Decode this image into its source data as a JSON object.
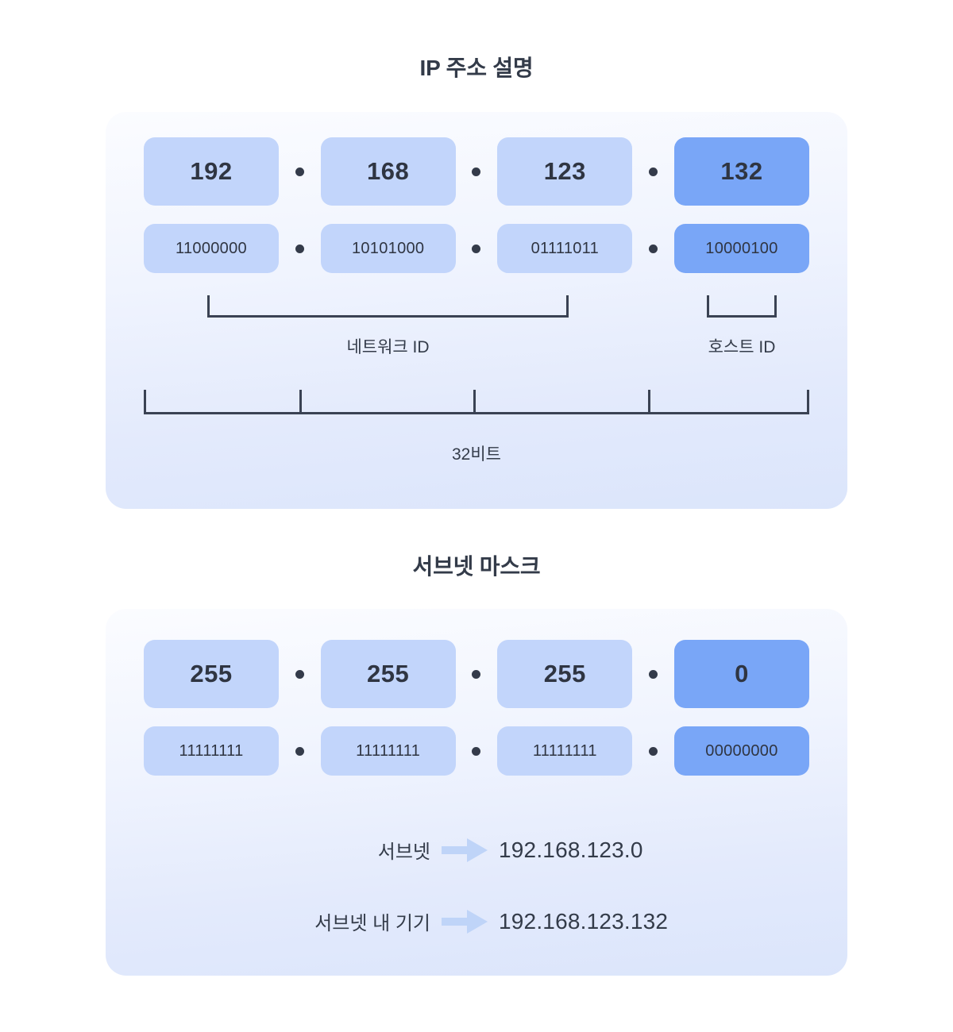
{
  "sections": {
    "ip": {
      "title": "IP 주소 설명",
      "octets": [
        {
          "decimal": "192",
          "binary": "11000000",
          "highlight": false
        },
        {
          "decimal": "168",
          "binary": "10101000",
          "highlight": false
        },
        {
          "decimal": "123",
          "binary": "01111011",
          "highlight": false
        },
        {
          "decimal": "132",
          "binary": "10000100",
          "highlight": true
        }
      ],
      "separator": ".",
      "brackets": [
        {
          "label": "네트워크 ID",
          "spans_octets": 3
        },
        {
          "label": "호스트 ID",
          "spans_octets": 1
        }
      ],
      "ruler": {
        "label": "32비트",
        "segments": 4,
        "ticks": 5
      }
    },
    "mask": {
      "title": "서브넷 마스크",
      "octets": [
        {
          "decimal": "255",
          "binary": "11111111",
          "highlight": false
        },
        {
          "decimal": "255",
          "binary": "11111111",
          "highlight": false
        },
        {
          "decimal": "255",
          "binary": "11111111",
          "highlight": false
        },
        {
          "decimal": "0",
          "binary": "00000000",
          "highlight": true
        }
      ],
      "separator": ".",
      "results": [
        {
          "label": "서브넷",
          "arrow": "arrow-right-icon",
          "value": "192.168.123.0"
        },
        {
          "label": "서브넷 내 기기",
          "arrow": "arrow-right-icon",
          "value": "192.168.123.132"
        }
      ]
    }
  },
  "colors": {
    "page_background": "#ffffff",
    "panel_gradient_top": "#fbfcff",
    "panel_gradient_bottom": "#dbe5fb",
    "box_default": "#c2d5fb",
    "box_highlight": "#79a6f7",
    "text_primary": "#333b49",
    "line": "#3a4253",
    "arrow": "#bfd4f8"
  }
}
